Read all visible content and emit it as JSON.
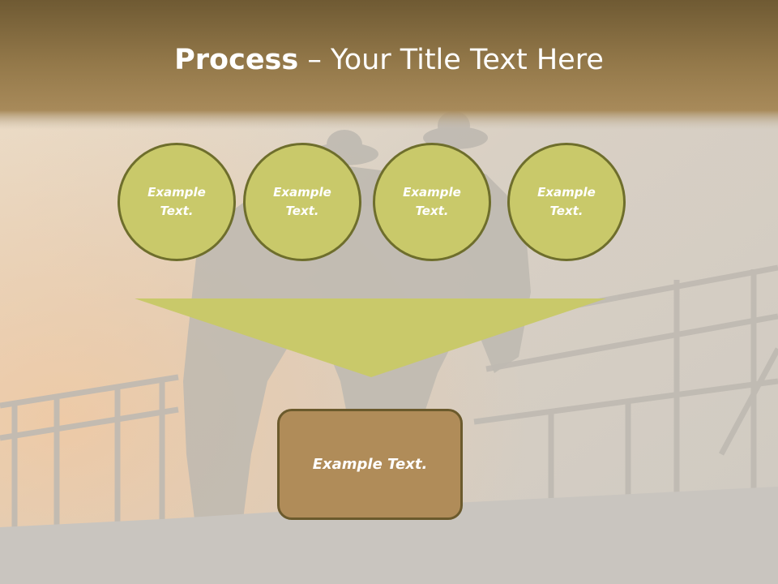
{
  "title": {
    "bold": "Process",
    "rest": " – Your Title Text Here"
  },
  "steps": [
    {
      "label": "Example Text."
    },
    {
      "label": "Example Text."
    },
    {
      "label": "Example Text."
    },
    {
      "label": "Example Text."
    }
  ],
  "result": {
    "label": "Example Text."
  },
  "colors": {
    "circle_fill": "#c9c96a",
    "circle_border": "#6e6e2c",
    "funnel": "#c9c96a",
    "box_fill": "#b08c59",
    "box_border": "#6b5a2c",
    "header_band": "#8a6c3e"
  }
}
